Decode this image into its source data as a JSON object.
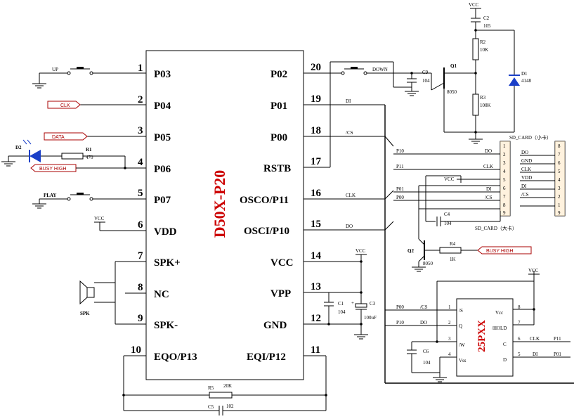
{
  "chip": {
    "name": "D50X-P20",
    "left_pins": [
      {
        "num": "1",
        "name": "P03"
      },
      {
        "num": "2",
        "name": "P04"
      },
      {
        "num": "3",
        "name": "P05"
      },
      {
        "num": "4",
        "name": "P06"
      },
      {
        "num": "5",
        "name": "P07"
      },
      {
        "num": "6",
        "name": "VDD"
      },
      {
        "num": "7",
        "name": "SPK+"
      },
      {
        "num": "8",
        "name": "NC"
      },
      {
        "num": "9",
        "name": "SPK-"
      },
      {
        "num": "10",
        "name": "EQO/P13"
      }
    ],
    "right_pins": [
      {
        "num": "20",
        "name": "P02"
      },
      {
        "num": "19",
        "name": "P01"
      },
      {
        "num": "18",
        "name": "P00"
      },
      {
        "num": "17",
        "name": "RSTB"
      },
      {
        "num": "16",
        "name": "OSCO/P11"
      },
      {
        "num": "15",
        "name": "OSCI/P10"
      },
      {
        "num": "14",
        "name": "VCC"
      },
      {
        "num": "13",
        "name": "VPP"
      },
      {
        "num": "12",
        "name": "GND"
      },
      {
        "num": "11",
        "name": "EQI/P12"
      }
    ]
  },
  "left": {
    "up": "UP",
    "clk": "CLK",
    "data": "DATA",
    "d2": "D2",
    "r1": "R1",
    "r1_val": "470",
    "busy_high": "BUSY HIGH",
    "play": "PLAY",
    "vcc": "VCC",
    "spk": "SPK"
  },
  "top": {
    "vcc": "VCC",
    "c2": "C2",
    "c2_val": "105",
    "r2": "R2",
    "r2_val": "10K",
    "r3": "R3",
    "r3_val": "100K",
    "q1": "Q1",
    "q1_type": "8050",
    "d1": "D1",
    "d1_val": "4148",
    "down": "DOWN",
    "c9": "C9",
    "c9_val": "104"
  },
  "nets": {
    "di": "DI",
    "cs": "/CS",
    "clk": "CLK",
    "do": "DO"
  },
  "sdcard": {
    "small_title": "SD_CARD（小卡）",
    "large_title": "SD_CARD（大卡）",
    "p10": "P10",
    "p11": "P11",
    "p01": "P01",
    "p00": "P00",
    "do": "DO",
    "clk": "CLK",
    "di": "DI",
    "cs": "/CS",
    "vcc": "VCC",
    "c4": "C4",
    "c4_val": "104",
    "pins": [
      "1",
      "2",
      "3",
      "4",
      "5",
      "6",
      "7",
      "8",
      "9"
    ],
    "pins_right": [
      "8",
      "7",
      "6",
      "5",
      "4",
      "3",
      "2",
      "1",
      "9"
    ],
    "right_labels": [
      "DO",
      "GND",
      "CLK",
      "VDD",
      "DI",
      "/CS"
    ]
  },
  "q2": {
    "name": "Q2",
    "type": "8050",
    "r4": "R4",
    "r4_val": "1K",
    "busy_high": "BUSY HIGH"
  },
  "power": {
    "vcc": "VCC",
    "c1": "C1",
    "c1_val": "104",
    "c3": "C3",
    "c3_val": "100uF"
  },
  "flash": {
    "name": "25PXX",
    "vcc": "VCC",
    "p00": "P00",
    "p10": "P10",
    "cs": "/CS",
    "do": "DO",
    "clk": "CLK",
    "di": "DI",
    "p11": "P11",
    "p01": "P01",
    "c6": "C6",
    "c6_val": "104",
    "pin_s": "/S",
    "pin_q": "Q",
    "pin_w": "/W",
    "pin_vss": "Vss",
    "pin_vcc": "Vcc",
    "pin_hold": "/HOLD",
    "pin_c": "C",
    "pin_d": "D",
    "left_nums": [
      "1",
      "2",
      "3",
      "4"
    ],
    "right_nums": [
      "8",
      "7",
      "6",
      "5"
    ]
  },
  "bottom": {
    "r5": "R5",
    "r5_val": "20K",
    "c5": "C5",
    "c5_val": "102"
  }
}
